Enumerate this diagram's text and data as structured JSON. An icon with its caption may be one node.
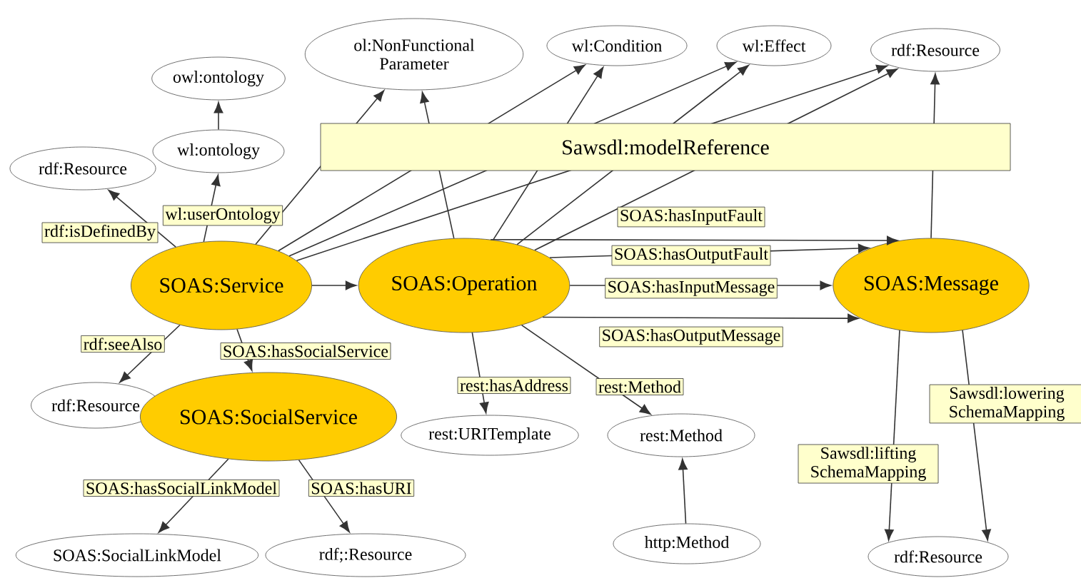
{
  "diagram": {
    "nodes": [
      {
        "text": [
          "ol:NonFunctional Parameter"
        ]
      },
      {
        "text": [
          "owl:ontology"
        ]
      },
      {
        "text": [
          "wl:ontology"
        ]
      },
      {
        "text": [
          "rdf:Resource"
        ]
      },
      {
        "text": [
          "wl:Condition"
        ]
      },
      {
        "text": [
          "wl:Effect"
        ]
      },
      {
        "text": [
          "rdf:Resource"
        ]
      },
      {
        "text": [
          "SOAS:Service"
        ]
      },
      {
        "text": [
          "SOAS:Operation"
        ]
      },
      {
        "text": [
          "SOAS:Message"
        ]
      },
      {
        "text": [
          "rdf:Resource"
        ]
      },
      {
        "text": [
          "SOAS:SocialService"
        ]
      },
      {
        "text": [
          "rest:URITemplate"
        ]
      },
      {
        "text": [
          "rest:Method"
        ]
      },
      {
        "text": [
          "http:Method"
        ]
      },
      {
        "text": [
          "rdf:Resource"
        ]
      },
      {
        "text": [
          "SOAS:SocialLinkModel"
        ]
      },
      {
        "text": [
          "rdf;:Resource"
        ]
      }
    ],
    "edges": [
      {
        "from": 7,
        "to": 3,
        "arrow": "to",
        "label": "rdf:isDefinedBy"
      },
      {
        "from": 7,
        "to": 2,
        "arrow": "to",
        "label": "wl:userOntology"
      },
      {
        "from": 2,
        "to": 1,
        "arrow": "to"
      },
      {
        "from": 7,
        "to": 0,
        "arrow": "to"
      },
      {
        "from": 8,
        "to": 0,
        "arrow": "to"
      },
      {
        "from": 7,
        "to": 4,
        "arrow": "to"
      },
      {
        "from": 8,
        "to": 4,
        "arrow": "to"
      },
      {
        "from": 7,
        "to": 5,
        "arrow": "to"
      },
      {
        "from": 8,
        "to": 5,
        "arrow": "to",
        "label": "Sawsdl:modelReference"
      },
      {
        "from": 7,
        "to": 6,
        "arrow": "to"
      },
      {
        "from": 8,
        "to": 6,
        "arrow": "to"
      },
      {
        "from": 9,
        "to": 6,
        "arrow": "to"
      },
      {
        "from": 7,
        "to": 8,
        "arrow": "to"
      },
      {
        "from": 8,
        "to": 9,
        "arrow": "to",
        "label": "SOAS:hasInputFault"
      },
      {
        "from": 8,
        "to": 9,
        "arrow": "to",
        "label": "SOAS:hasOutputFault"
      },
      {
        "from": 8,
        "to": 9,
        "arrow": "to",
        "label": "SOAS:hasInputMessage"
      },
      {
        "from": 8,
        "to": 9,
        "arrow": "to",
        "label": "SOAS:hasOutputMessage"
      },
      {
        "from": 7,
        "to": 10,
        "arrow": "to",
        "label": "rdf:seeAlso"
      },
      {
        "from": 7,
        "to": 11,
        "arrow": "to",
        "label": "SOAS:hasSocialService"
      },
      {
        "from": 8,
        "to": 12,
        "arrow": "to",
        "label": "rest:hasAddress"
      },
      {
        "from": 8,
        "to": 13,
        "arrow": "to",
        "label": "rest:Method"
      },
      {
        "from": 14,
        "to": 13,
        "arrow": "to"
      },
      {
        "from": 11,
        "to": 16,
        "arrow": "to",
        "label": "SOAS:hasSocialLinkModel"
      },
      {
        "from": 11,
        "to": 17,
        "arrow": "to",
        "label": "SOAS:hasURI"
      },
      {
        "from": 9,
        "to": 15,
        "arrow": "to",
        "label": "Sawsdl:lifting SchemaMapping"
      },
      {
        "from": 9,
        "to": 15,
        "arrow": "to",
        "label": "Sawsdl:lowering SchemaMapping"
      }
    ]
  }
}
